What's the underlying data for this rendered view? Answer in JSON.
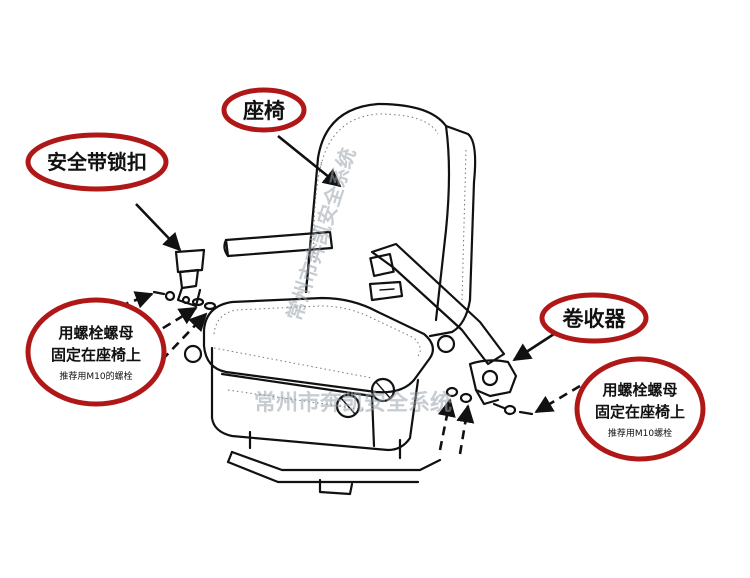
{
  "labels": {
    "seat": "座椅",
    "buckle": "安全带锁扣",
    "retractor": "卷收器",
    "left_note": {
      "line1": "用螺栓螺母",
      "line2": "固定在座椅上",
      "line3": "推荐用M10的螺栓"
    },
    "right_note": {
      "line1": "用螺栓螺母",
      "line2": "固定在座椅上",
      "line3": "推荐用M10螺栓"
    }
  },
  "watermarks": {
    "diagonal": "常州市奔凯安全系统",
    "horizontal": "常州市奔凯安全系统"
  },
  "colors": {
    "oval_stroke": "#b01818",
    "ink": "#111111",
    "watermark": "#9aa3ad"
  }
}
